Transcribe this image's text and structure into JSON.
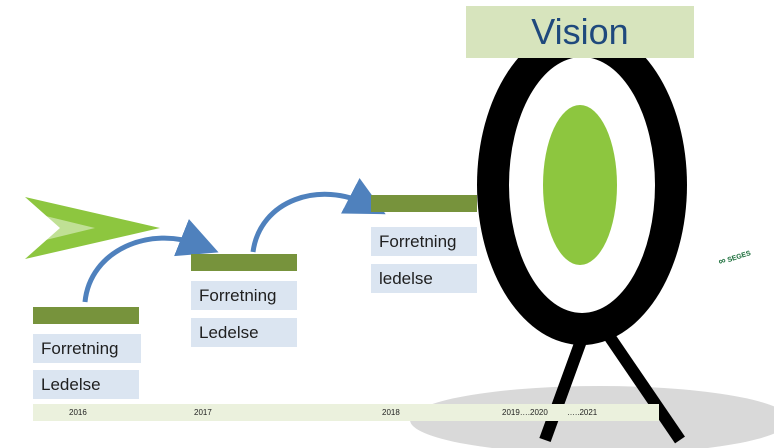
{
  "vision": {
    "title": "Vision"
  },
  "steps": [
    {
      "line1": "Forretning",
      "line2": "Ledelse"
    },
    {
      "line1": "Forretning",
      "line2": "Ledelse"
    },
    {
      "line1": "Forretning",
      "line2": "ledelse"
    }
  ],
  "timeline": {
    "years": [
      "2016",
      "2017",
      "2018",
      "2019….2020",
      "…..2021"
    ]
  },
  "logo": {
    "text": "SEGES"
  },
  "colors": {
    "step_bar": "#77933c",
    "label_bg": "#dbe5f1",
    "arrow": "#4f81bd",
    "target_ring": "#000000",
    "target_center": "#8dc63f",
    "vision_bg": "#d7e4bd",
    "vision_text": "#1f497d"
  }
}
